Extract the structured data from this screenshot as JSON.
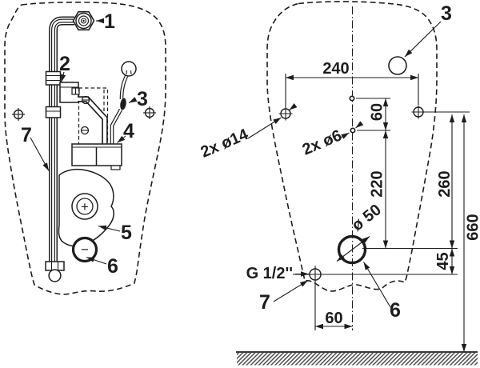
{
  "figure": {
    "kind": "urinal-installation-technical-drawing",
    "colors": {
      "line": "#1d1d1d",
      "background": "#ffffff",
      "hatch": "#4d4d4d"
    }
  },
  "left_view": {
    "callouts": {
      "c1": "1",
      "c2": "2",
      "c3": "3",
      "c4": "4",
      "c5": "5",
      "c6": "6",
      "c7": "7"
    },
    "symbols": {
      "plus": "+",
      "minus": "−"
    }
  },
  "right_view": {
    "callouts": {
      "c3": "3",
      "c6": "6",
      "c7": "7"
    },
    "dimensions": {
      "hole_spacing": "240",
      "small_hole_gap": "60",
      "small_hole_to_outlet": "220",
      "hole_to_outlet": "260",
      "hole_to_floor": "660",
      "outlet_to_inlet": "45",
      "inlet_offset": "60"
    },
    "annotations": {
      "anchor_holes": "2x ø14",
      "small_holes": "2x ø6",
      "outlet_diameter": "ø 50",
      "water_inlet": "G 1/2''"
    }
  }
}
